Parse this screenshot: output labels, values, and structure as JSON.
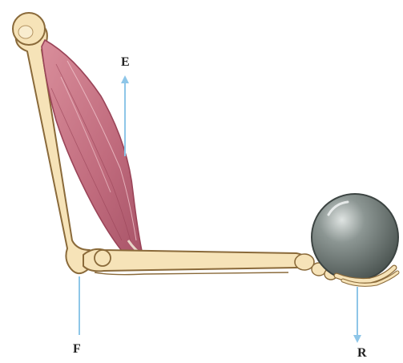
{
  "labels": {
    "effort": "E",
    "fulcrum": "F",
    "resistance": "R"
  },
  "colors": {
    "bone_fill": "#f6e3b8",
    "bone_stroke": "#8a6a3a",
    "muscle": "#c77a88",
    "muscle_dark": "#9a4458",
    "ball": "#7d8784",
    "arrow": "#8ec6e8"
  }
}
